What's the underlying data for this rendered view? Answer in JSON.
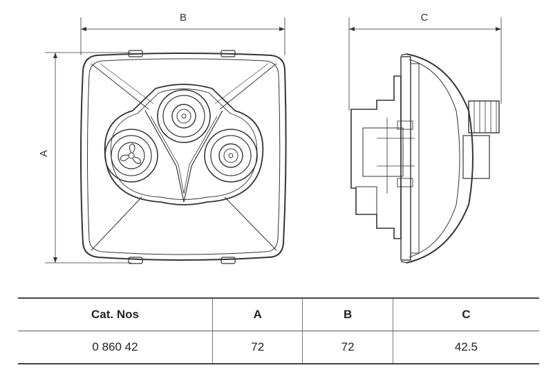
{
  "dimension_labels": {
    "front_width": "B",
    "front_height": "A",
    "side_depth": "C"
  },
  "table": {
    "headers": [
      "Cat. Nos",
      "A",
      "B",
      "C"
    ],
    "rows": [
      [
        "0 860 42",
        "72",
        "72",
        "42.5"
      ]
    ]
  }
}
